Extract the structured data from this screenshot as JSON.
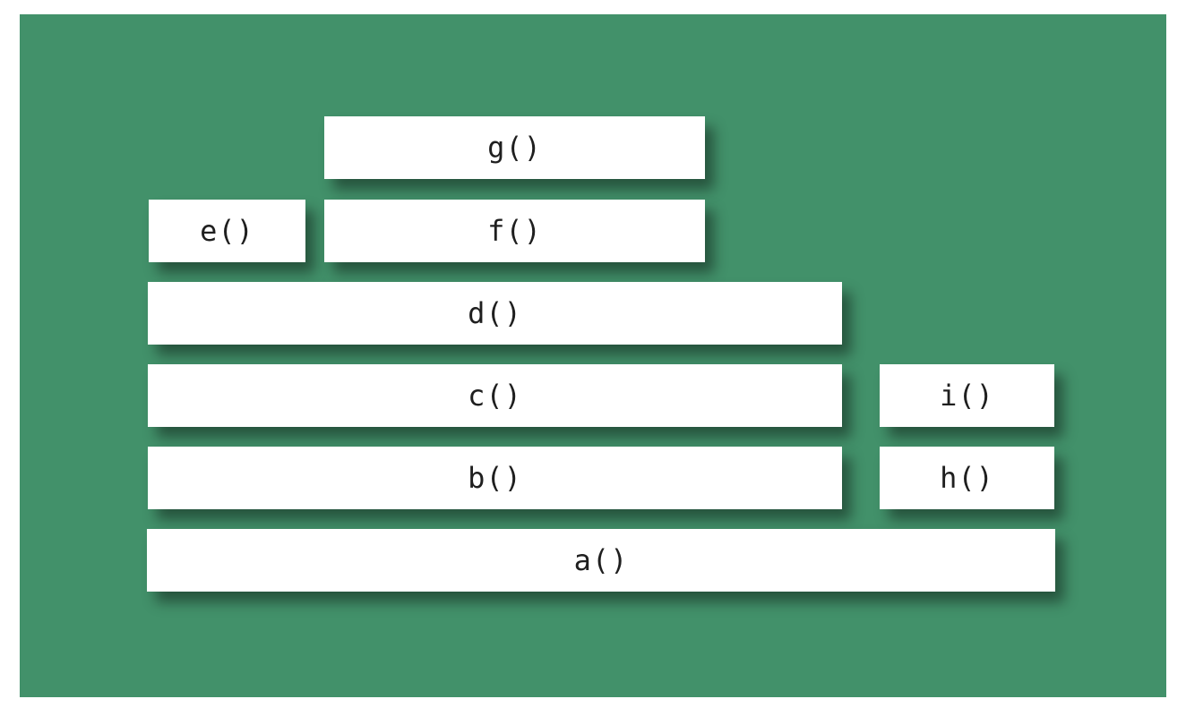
{
  "diagram": {
    "colors": {
      "background": "#42916a",
      "frame": "#ffffff",
      "text": "#1f1f1f"
    },
    "frames": {
      "a": "a()",
      "b": "b()",
      "c": "c()",
      "d": "d()",
      "e": "e()",
      "f": "f()",
      "g": "g()",
      "h": "h()",
      "i": "i()"
    }
  }
}
